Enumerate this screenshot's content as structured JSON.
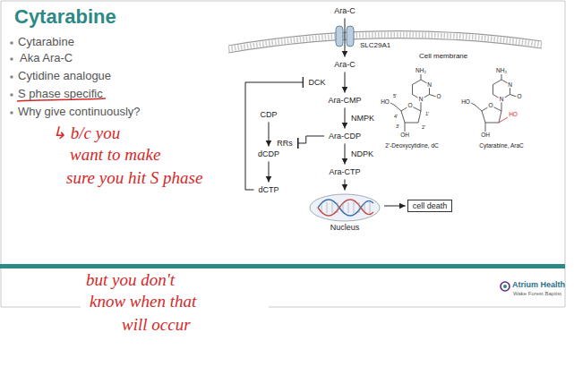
{
  "diagram": {
    "title": "Cytarabine",
    "nodes": [
      {
        "text": [
          "Ara-C"
        ]
      },
      {
        "text": [
          "Ara-C"
        ]
      },
      {
        "text": [
          "DCK"
        ]
      },
      {
        "text": [
          "Ara-CMP"
        ]
      },
      {
        "text": [
          "CDP"
        ]
      },
      {
        "text": [
          "Ara-CDP"
        ]
      },
      {
        "text": [
          "RRs"
        ]
      },
      {
        "text": [
          "dCDP"
        ]
      },
      {
        "text": [
          "Ara-CTP"
        ]
      },
      {
        "text": [
          "dCTP"
        ]
      },
      {
        "text": [
          "Nucleus"
        ]
      },
      {
        "text": [
          "cell death"
        ]
      }
    ],
    "edges": [
      {
        "from": 0,
        "to": 1,
        "arrow": "to"
      },
      {
        "from": 1,
        "to": 3,
        "arrow": "to"
      },
      {
        "from": 3,
        "to": 5,
        "label": "NMPK",
        "arrow": "to"
      },
      {
        "from": 5,
        "to": 8,
        "label": "NDPK",
        "arrow": "to"
      },
      {
        "from": 8,
        "to": 10,
        "arrow": "to"
      },
      {
        "from": 10,
        "to": 11,
        "arrow": "to"
      },
      {
        "from": 4,
        "to": 7,
        "arrow": "to"
      },
      {
        "from": 7,
        "to": 9,
        "arrow": "to"
      },
      {
        "from": 9,
        "to": 2,
        "arrow": "to"
      },
      {
        "from": 5,
        "to": 6,
        "arrow": "to"
      }
    ],
    "labels": [
      "Cytarabine",
      "Aka Ara-C",
      "Cytidine analogue",
      "S phase specific",
      "Why give continuously?",
      "↳ b/c you",
      "want to make",
      "sure you hit S phase",
      "but you don't",
      "know when that",
      "will occur",
      "SLC29A1",
      "Cell membrane",
      "NH₂",
      "N",
      "N",
      "O",
      "HO",
      "O",
      "5'",
      "4'",
      "1'",
      "3'",
      "2'",
      "OH",
      "2'-Deoxycytidine, dC",
      "NH₂",
      "N",
      "N",
      "O",
      "HO",
      "O",
      "HO",
      "OH",
      "Cytarabine, AraC",
      "Atrium Health",
      "Wake Forest Baptist"
    ]
  }
}
